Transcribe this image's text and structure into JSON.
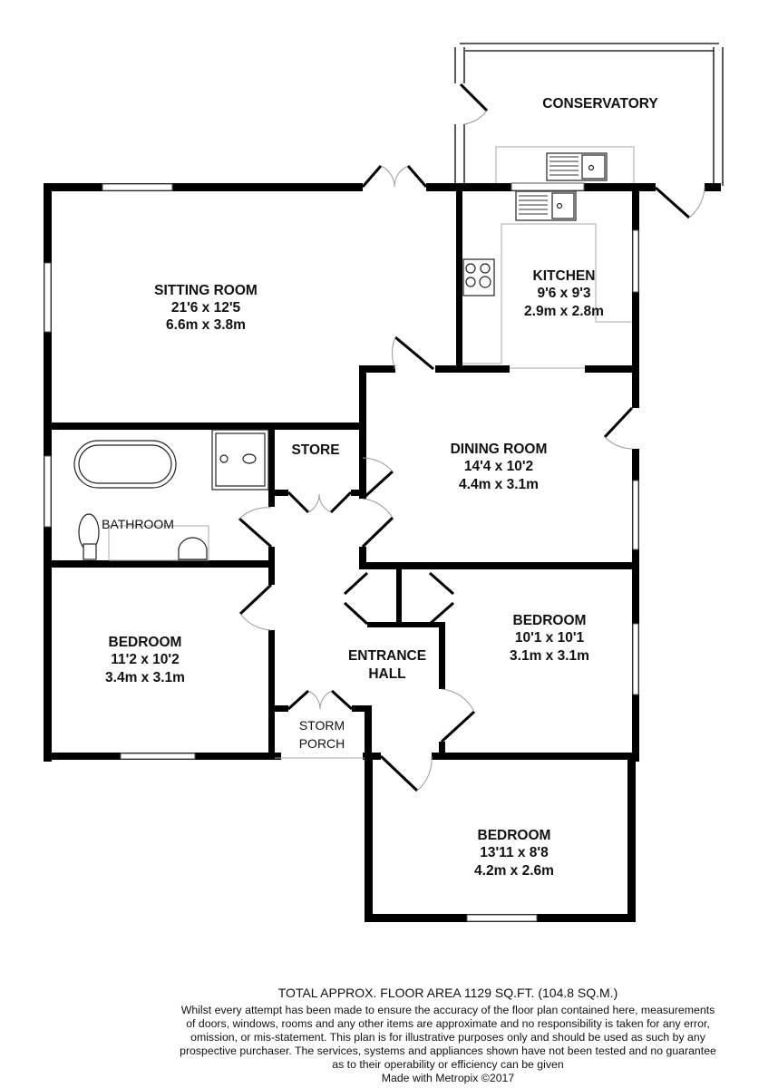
{
  "rooms": {
    "conservatory": {
      "name": "CONSERVATORY"
    },
    "sitting_room": {
      "name": "SITTING ROOM",
      "imperial": "21'6 x 12'5",
      "metric": "6.6m x 3.8m"
    },
    "kitchen": {
      "name": "KITCHEN",
      "imperial": "9'6 x 9'3",
      "metric": "2.9m x 2.8m"
    },
    "dining_room": {
      "name": "DINING ROOM",
      "imperial": "14'4 x 10'2",
      "metric": "4.4m x 3.1m"
    },
    "store": {
      "name": "STORE"
    },
    "bathroom": {
      "name": "BATHROOM"
    },
    "bedroom_1": {
      "name": "BEDROOM",
      "imperial": "11'2 x 10'2",
      "metric": "3.4m x 3.1m"
    },
    "entrance_hall": {
      "name1": "ENTRANCE",
      "name2": "HALL"
    },
    "storm_porch": {
      "name1": "STORM",
      "name2": "PORCH"
    },
    "bedroom_2": {
      "name": "BEDROOM",
      "imperial": "10'1 x 10'1",
      "metric": "3.1m x 3.1m"
    },
    "bedroom_3": {
      "name": "BEDROOM",
      "imperial": "13'11 x 8'8",
      "metric": "4.2m x 2.6m"
    }
  },
  "footer": {
    "total_area": "TOTAL APPROX. FLOOR AREA 1129 SQ.FT. (104.8 SQ.M.)",
    "disclaimer": [
      "Whilst every attempt has been made to ensure the accuracy of the floor plan contained here, measurements",
      "of doors, windows, rooms and any other items are approximate and no responsibility is taken for any error,",
      "omission, or mis-statement. This plan is for illustrative purposes only and should be used as such by any",
      "prospective purchaser. The services, systems and appliances shown have not been tested and no guarantee",
      "as to their operability or efficiency can be given"
    ],
    "credit": "Made with Metropix ©2017"
  }
}
